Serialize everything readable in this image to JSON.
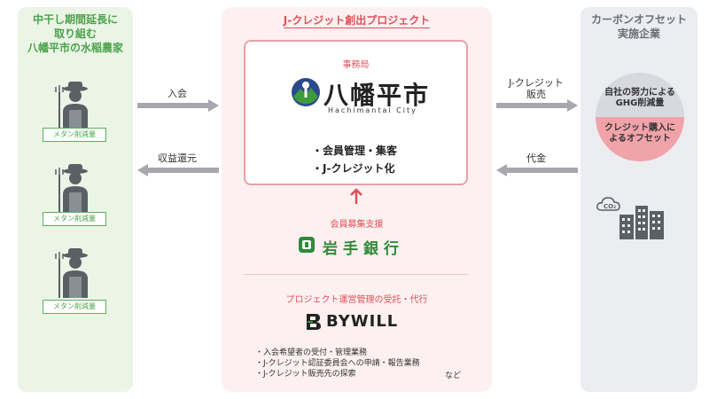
{
  "left": {
    "title_lines": [
      "中干し期間延長に",
      "取り組む",
      "八幡平市の水稲農家"
    ],
    "badge_label": "メタン削減量"
  },
  "arrows": {
    "join": "入会",
    "profit_return": "収益還元",
    "jcredit_sale_lines": [
      "J-クレジット",
      "販売"
    ],
    "payment": "代金"
  },
  "center": {
    "title": "J-クレジット創出プロジェクト",
    "office_label": "事務局",
    "city_name": "八幡平市",
    "city_roman": "Hachimantai City",
    "office_tasks": [
      "・会員管理・集客",
      "・J-クレジット化"
    ],
    "support_label": "会員募集支援",
    "bank_name": "岩手銀行",
    "mgmt_label": "プロジェクト運営管理の受託・代行",
    "bywill_name": "BYWILL",
    "bywill_tasks": [
      "・入会希望者の受付・管理業務",
      "・J-クレジット認証委員会への申請・報告業務",
      "・J-クレジット販売先の探索"
    ],
    "etc": "など"
  },
  "right": {
    "title_lines": [
      "カーボンオフセット",
      "実施企業"
    ],
    "circle_top_lines": [
      "自社の努力による",
      "GHG削減量"
    ],
    "circle_bottom_lines": [
      "クレジット購入に",
      "よるオフセット"
    ],
    "co2_label": "CO₂"
  },
  "colors": {
    "green": "#4aa24a",
    "pink_accent": "#e0505a",
    "arrow_gray": "#a6a8ad"
  }
}
